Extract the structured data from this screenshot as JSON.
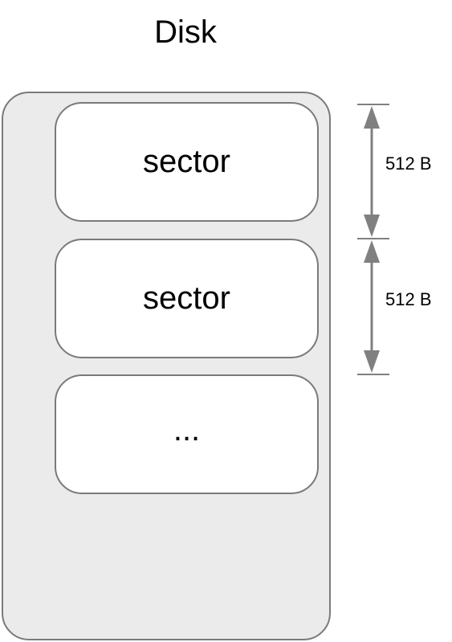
{
  "title": "Disk",
  "blocks": [
    {
      "label": "sector"
    },
    {
      "label": "sector"
    },
    {
      "label": "..."
    }
  ],
  "dimensions": [
    {
      "label": "512 B"
    },
    {
      "label": "512 B"
    }
  ],
  "colors": {
    "disk_fill": "#ebebeb",
    "stroke": "#7a7a7a",
    "sector_fill": "#ffffff",
    "arrow": "#808080"
  }
}
